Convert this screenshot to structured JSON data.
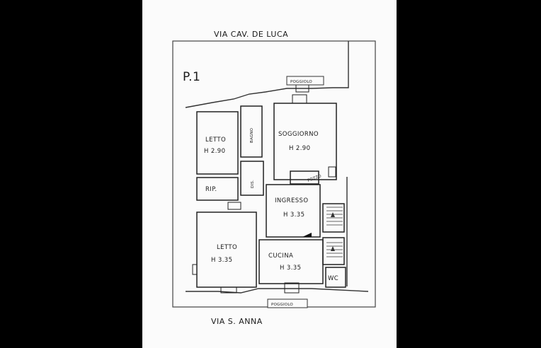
{
  "plan": {
    "floor_label": "P.1",
    "street_top": "VIA CAV. DE LUCA",
    "street_bottom": "VIA S. ANNA",
    "balcony_top": "POGGIOLO",
    "balcony_bottom": "POGGIOLO",
    "rooms": {
      "letto_top": {
        "name": "LETTO",
        "height": "H 2.90"
      },
      "bagno": {
        "name": "BAGNO"
      },
      "soggiorno": {
        "name": "SOGGIORNO",
        "height": "H 2.90"
      },
      "rip": {
        "name": "RIP."
      },
      "dis": {
        "name": "DIS."
      },
      "ingresso": {
        "name": "INGRESSO",
        "height": "H 3.35"
      },
      "letto_bottom": {
        "name": "LETTO",
        "height": "H 3.35"
      },
      "cucina": {
        "name": "CUCINA",
        "height": "H 3.35"
      },
      "wc": {
        "name": "WC"
      },
      "small": {
        "name": "POZZO"
      }
    }
  }
}
